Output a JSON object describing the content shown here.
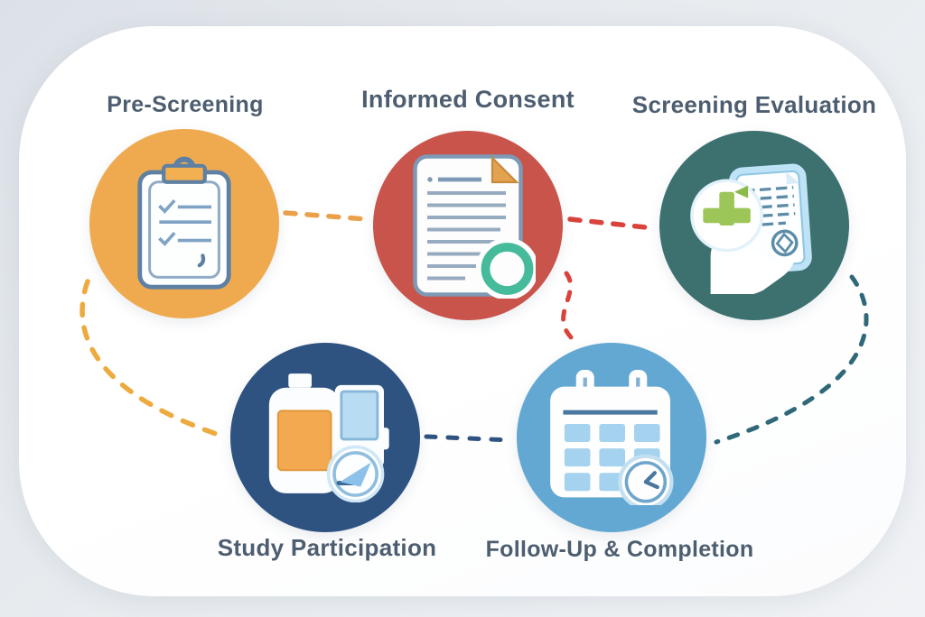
{
  "diagram": {
    "type": "process-flow",
    "background_color": "#e3e7ec",
    "panel_color": "#ffffff",
    "label_color": "#4d5e70"
  },
  "steps": [
    {
      "label": "Pre-Screening",
      "color": "#efaa50",
      "icon": "clipboard-checklist-icon"
    },
    {
      "label": "Informed Consent",
      "color": "#c8544b",
      "icon": "consent-document-icon"
    },
    {
      "label": "Screening Evaluation",
      "color": "#3c7170",
      "icon": "hand-document-plus-icon"
    },
    {
      "label": "Study Participation",
      "color": "#2e5381",
      "icon": "medication-monitor-icon"
    },
    {
      "label": "Follow-Up & Completion",
      "color": "#63a8d2",
      "icon": "calendar-clock-icon"
    }
  ],
  "connectors": [
    {
      "from": "Pre-Screening",
      "to": "Informed Consent",
      "color": "#eba14b",
      "style": "dashed"
    },
    {
      "from": "Informed Consent",
      "to": "Screening Evaluation",
      "color": "#d9433b",
      "style": "dashed"
    },
    {
      "from": "Informed Consent",
      "to": "Follow-Up & Completion",
      "color": "#d9433b",
      "style": "dashed"
    },
    {
      "from": "Screening Evaluation",
      "to": "Follow-Up & Completion",
      "color": "#2f6979",
      "style": "dashed"
    },
    {
      "from": "Pre-Screening",
      "to": "Study Participation",
      "color": "#edaa3e",
      "style": "dashed"
    },
    {
      "from": "Study Participation",
      "to": "Follow-Up & Completion",
      "color": "#2f5380",
      "style": "dashed"
    }
  ]
}
